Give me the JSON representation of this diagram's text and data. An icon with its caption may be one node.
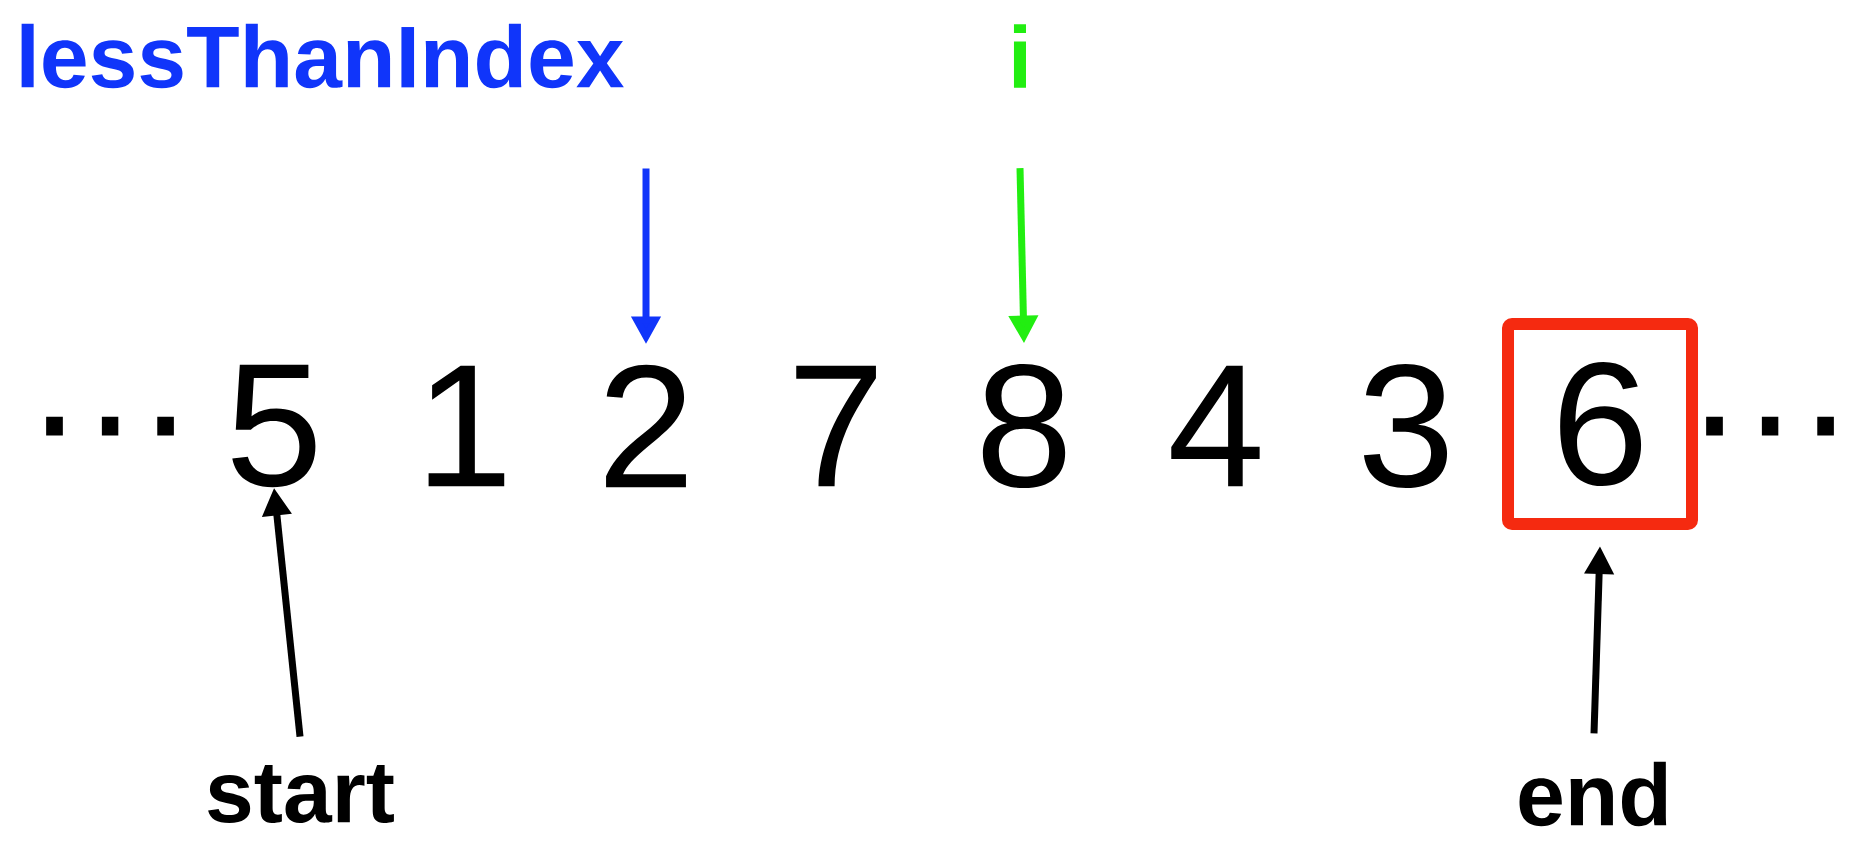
{
  "diagram": {
    "nodes": [
      {
        "text": [
          "lessThanIndex"
        ]
      },
      {
        "text": [
          "i"
        ]
      },
      {
        "text": [
          "5"
        ]
      },
      {
        "text": [
          "2"
        ]
      },
      {
        "text": [
          "8"
        ]
      },
      {
        "text": [
          "6"
        ]
      },
      {
        "text": [
          "start"
        ]
      },
      {
        "text": [
          "end"
        ]
      }
    ],
    "edges": [
      {
        "from": 0,
        "to": 3,
        "arrow": "to",
        "color": "#1035fa"
      },
      {
        "from": 1,
        "to": 4,
        "arrow": "to",
        "color": "#22ee11"
      },
      {
        "from": 6,
        "to": 2,
        "arrow": "to"
      },
      {
        "from": 7,
        "to": 5,
        "arrow": "to"
      }
    ],
    "labels": [
      "…",
      "1",
      "7",
      "4",
      "3",
      "…"
    ]
  }
}
